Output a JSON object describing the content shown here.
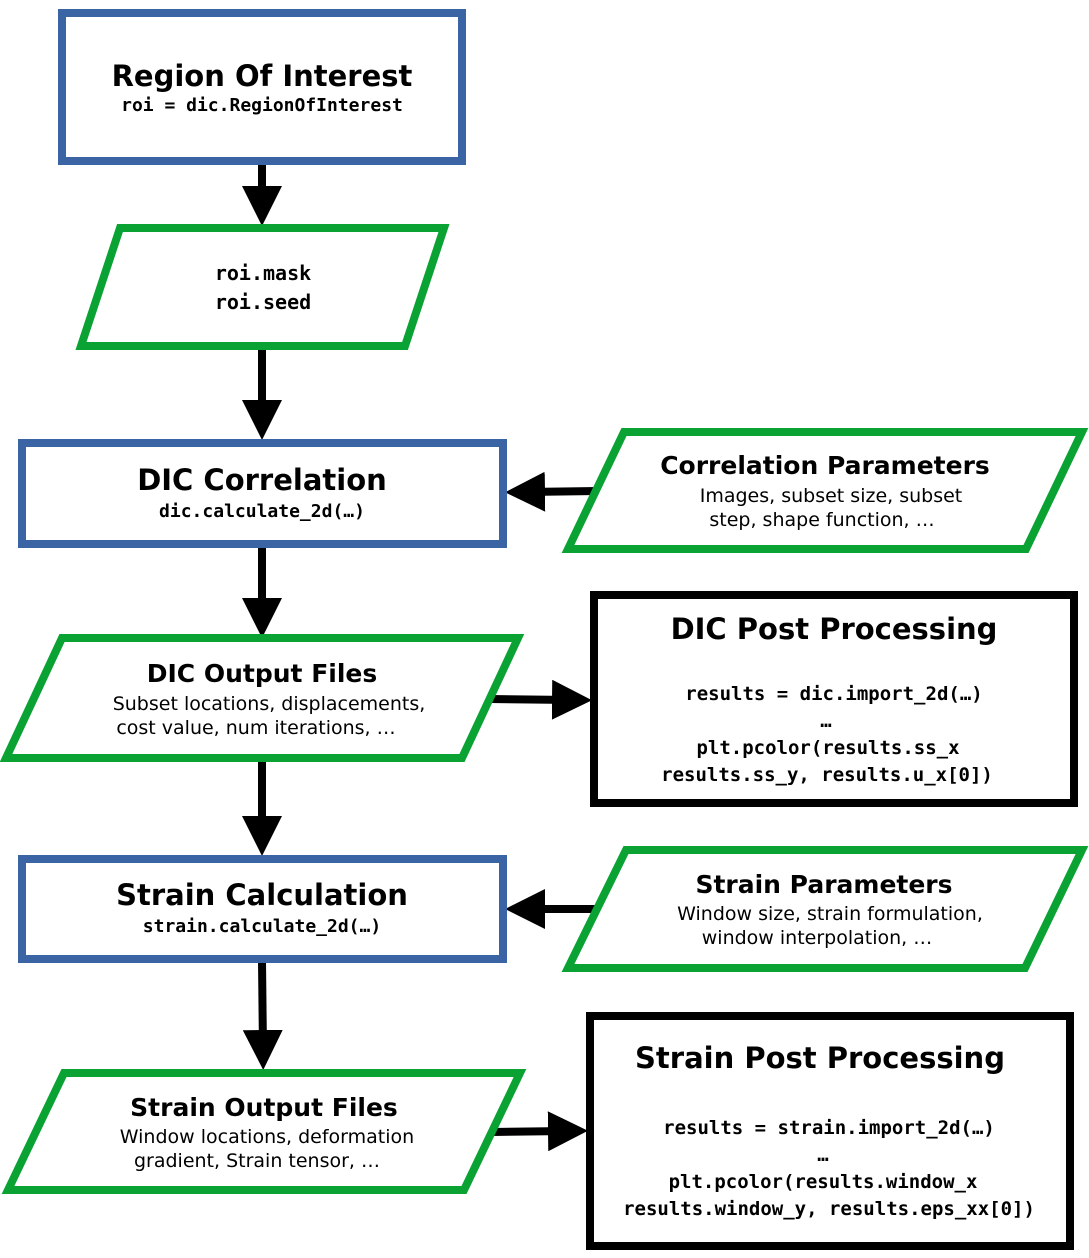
{
  "roi": {
    "title": "Region Of Interest",
    "code": "roi = dic.RegionOfInterest"
  },
  "roi_io": {
    "line1": "roi.mask",
    "line2": "roi.seed"
  },
  "dic_correlation": {
    "title": "DIC Correlation",
    "code": "dic.calculate_2d(…)"
  },
  "correlation_parameters": {
    "title": "Correlation Parameters",
    "line1": "Images, subset size, subset",
    "line2": "step, shape function, …"
  },
  "dic_output": {
    "title": "DIC Output Files",
    "line1": "Subset locations, displacements,",
    "line2": "cost value, num iterations, …"
  },
  "dic_post": {
    "title": "DIC Post Processing",
    "code1": "results = dic.import_2d(…)",
    "code2": "…",
    "code3": "plt.pcolor(results.ss_x",
    "code4": "results.ss_y, results.u_x[0])"
  },
  "strain_calc": {
    "title": "Strain Calculation",
    "code": "strain.calculate_2d(…)"
  },
  "strain_parameters": {
    "title": "Strain Parameters",
    "line1": "Window size, strain formulation,",
    "line2": "window interpolation, …"
  },
  "strain_output": {
    "title": "Strain Output Files",
    "line1": "Window locations, deformation",
    "line2": "gradient, Strain tensor, …"
  },
  "strain_post": {
    "title": "Strain Post Processing",
    "code1": "results = strain.import_2d(…)",
    "code2": "…",
    "code3": "plt.pcolor(results.window_x",
    "code4": "results.window_y, results.eps_xx[0])"
  },
  "colors": {
    "process_border": "#3a64a4",
    "io_border": "#0aa333",
    "post_border": "#000000",
    "arrow": "#000000"
  }
}
